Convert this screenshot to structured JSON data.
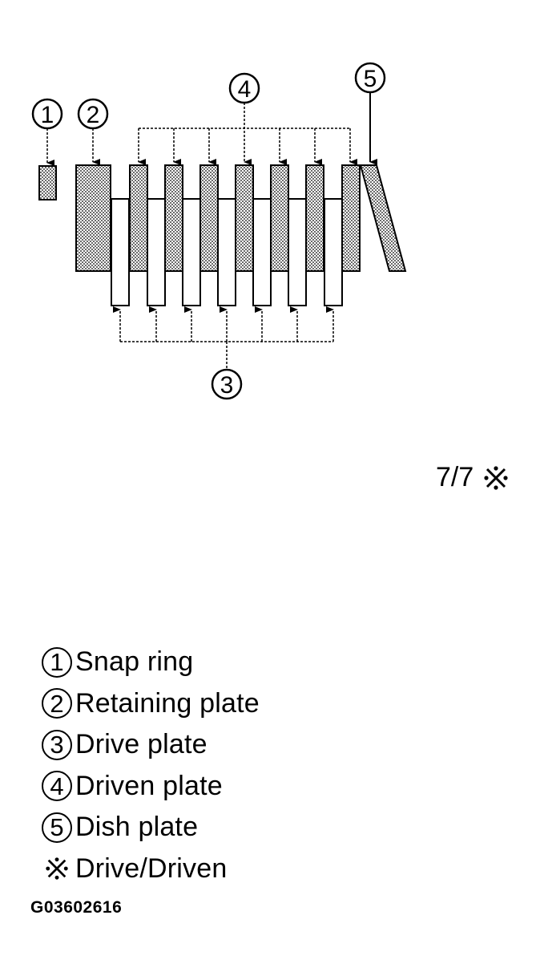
{
  "diagram": {
    "callouts": [
      "1",
      "2",
      "3",
      "4",
      "5"
    ],
    "ratio": "7/7",
    "ratio_symbol": "reference-mark-icon"
  },
  "legend": [
    {
      "num": "1",
      "label": "Snap ring"
    },
    {
      "num": "2",
      "label": "Retaining plate"
    },
    {
      "num": "3",
      "label": "Drive plate"
    },
    {
      "num": "4",
      "label": "Driven plate"
    },
    {
      "num": "5",
      "label": "Dish plate"
    },
    {
      "symbol": "reference-mark-icon",
      "label": "Drive/Driven"
    }
  ],
  "figure_code": "G03602616"
}
